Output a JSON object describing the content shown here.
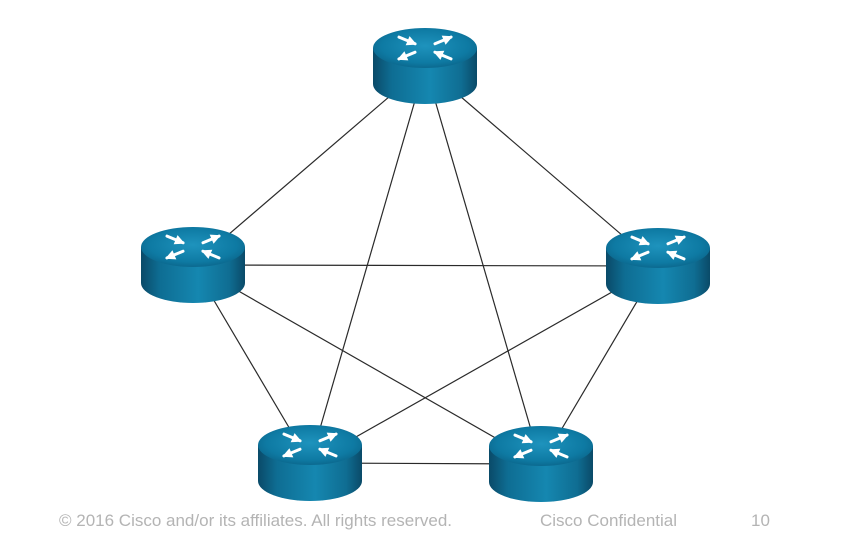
{
  "diagram": {
    "type": "full-mesh-network",
    "nodes": [
      {
        "id": "router-top",
        "icon": "router-icon"
      },
      {
        "id": "router-left",
        "icon": "router-icon"
      },
      {
        "id": "router-right",
        "icon": "router-icon"
      },
      {
        "id": "router-bottom-left",
        "icon": "router-icon"
      },
      {
        "id": "router-bottom-right",
        "icon": "router-icon"
      }
    ],
    "links": [
      [
        "router-top",
        "router-left"
      ],
      [
        "router-top",
        "router-right"
      ],
      [
        "router-top",
        "router-bottom-left"
      ],
      [
        "router-top",
        "router-bottom-right"
      ],
      [
        "router-left",
        "router-right"
      ],
      [
        "router-left",
        "router-bottom-left"
      ],
      [
        "router-left",
        "router-bottom-right"
      ],
      [
        "router-right",
        "router-bottom-left"
      ],
      [
        "router-right",
        "router-bottom-right"
      ],
      [
        "router-bottom-left",
        "router-bottom-right"
      ]
    ],
    "colors": {
      "router_top": "#0b7aa3",
      "router_side": "#0c4f6e",
      "router_highlight": "#2aa3c9",
      "arrow": "#ffffff",
      "link": "#2a2a2a"
    }
  },
  "footer": {
    "copyright": "© 2016  Cisco and/or its affiliates. All rights reserved.",
    "confidential": "Cisco Confidential",
    "page_number": "10",
    "text_color": "#b4b4b4"
  }
}
